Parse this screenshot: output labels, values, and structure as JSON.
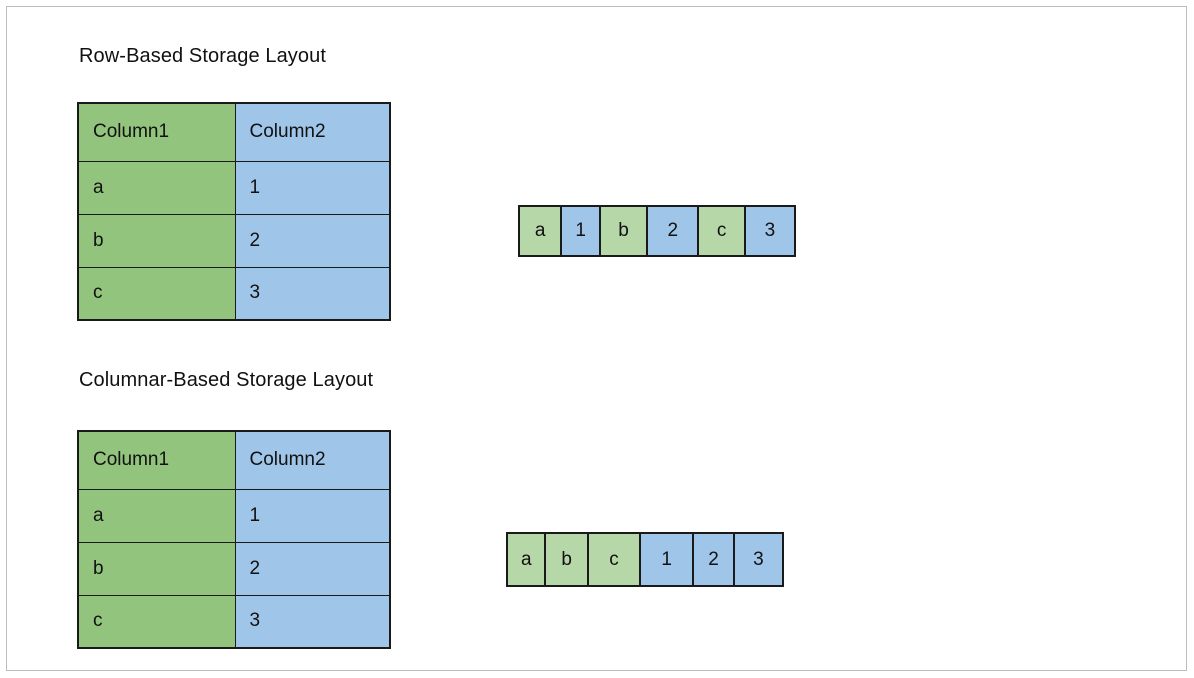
{
  "page": {
    "background": "#ffffff",
    "frame_color": "#bdbdbd"
  },
  "palette": {
    "green_table": "#93c47d",
    "blue_table": "#9fc5e8",
    "green_strip": "#b6d7a8",
    "blue_strip": "#9fc5e8",
    "border": "#1a1a1a",
    "text": "#111111"
  },
  "sections": [
    {
      "id": "row-based",
      "title": "Row-Based Storage Layout",
      "table": {
        "headers": [
          "Column1",
          "Column2"
        ],
        "rows": [
          [
            "a",
            "1"
          ],
          [
            "b",
            "2"
          ],
          [
            "c",
            "3"
          ]
        ]
      },
      "strip": {
        "description": "row-major byte layout",
        "cells": [
          {
            "value": "a",
            "type": "green",
            "width": 43
          },
          {
            "value": "1",
            "type": "blue",
            "width": 39
          },
          {
            "value": "b",
            "type": "green",
            "width": 48
          },
          {
            "value": "2",
            "type": "blue",
            "width": 52
          },
          {
            "value": "c",
            "type": "green",
            "width": 47
          },
          {
            "value": "3",
            "type": "blue",
            "width": 49
          }
        ]
      }
    },
    {
      "id": "columnar-based",
      "title": "Columnar-Based Storage Layout",
      "table": {
        "headers": [
          "Column1",
          "Column2"
        ],
        "rows": [
          [
            "a",
            "1"
          ],
          [
            "b",
            "2"
          ],
          [
            "c",
            "3"
          ]
        ]
      },
      "strip": {
        "description": "column-major byte layout",
        "cells": [
          {
            "value": "a",
            "type": "green",
            "width": 39
          },
          {
            "value": "b",
            "type": "green",
            "width": 43
          },
          {
            "value": "c",
            "type": "green",
            "width": 53
          },
          {
            "value": "1",
            "type": "blue",
            "width": 54
          },
          {
            "value": "2",
            "type": "blue",
            "width": 41
          },
          {
            "value": "3",
            "type": "blue",
            "width": 48
          }
        ]
      }
    }
  ]
}
